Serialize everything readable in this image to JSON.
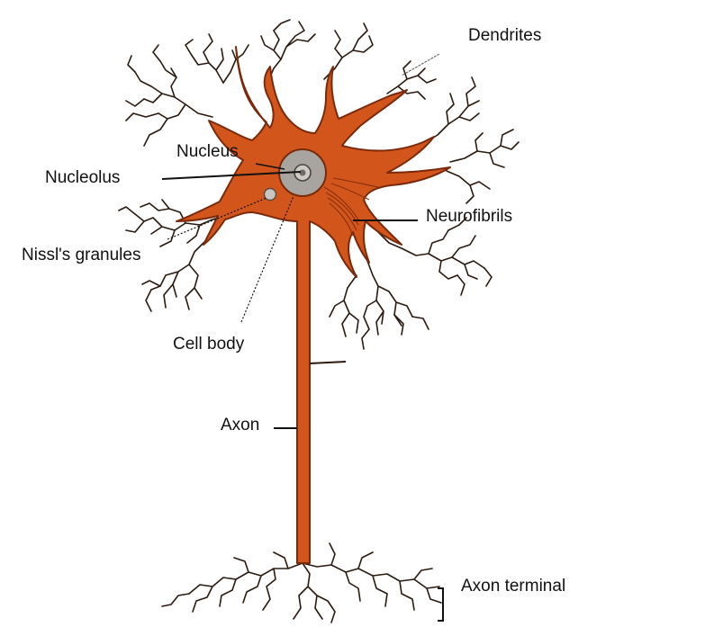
{
  "labels": {
    "dendrites": "Dendrites",
    "nucleus": "Nucleus",
    "nucleolus": "Nucleolus",
    "neurofibrils": "Neurofibrils",
    "nissl": "Nissl's granules",
    "cell_body": "Cell body",
    "axon": "Axon",
    "axon_terminal": "Axon terminal"
  },
  "colors": {
    "cytoplasm": "#d2551c",
    "outline": "#7a2a0a",
    "nucleus": "#a8a4a0",
    "nucleolus": "#6e6a66",
    "branch": "#2a1a10",
    "leader": "#111111"
  }
}
